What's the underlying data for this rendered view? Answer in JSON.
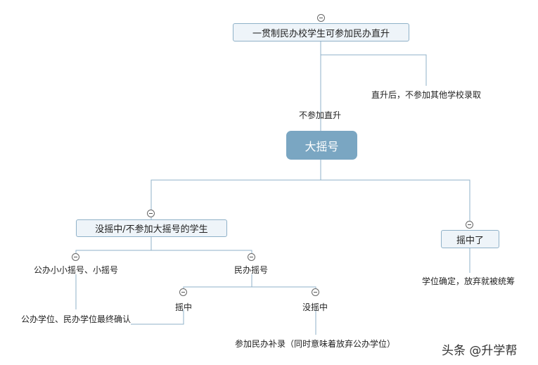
{
  "diagram": {
    "top_node": "一贯制民办校学生可参加民办直升",
    "direct_result": "直升后，不参加其他学校录取",
    "not_direct_label": "不参加直升",
    "root": "大摇号",
    "not_selected": "没摇中/不参加大摇号的学生",
    "selected": "摇中了",
    "selected_result": "学位确定，放弃就被统筹",
    "public_lottery": "公办小小摇号、小摇号",
    "public_result": "公办学位、民办学位最终确认",
    "private_lottery": "民办摇号",
    "private_win": "摇中",
    "private_lose": "没摇中",
    "private_lose_result": "参加民办补录（同时意味着放弃公办学位）"
  },
  "watermark": "头条 @升学帮",
  "colors": {
    "line": "#8fb1c8",
    "box_fill": "#eef4f9",
    "root_fill": "#7aa6c2"
  }
}
